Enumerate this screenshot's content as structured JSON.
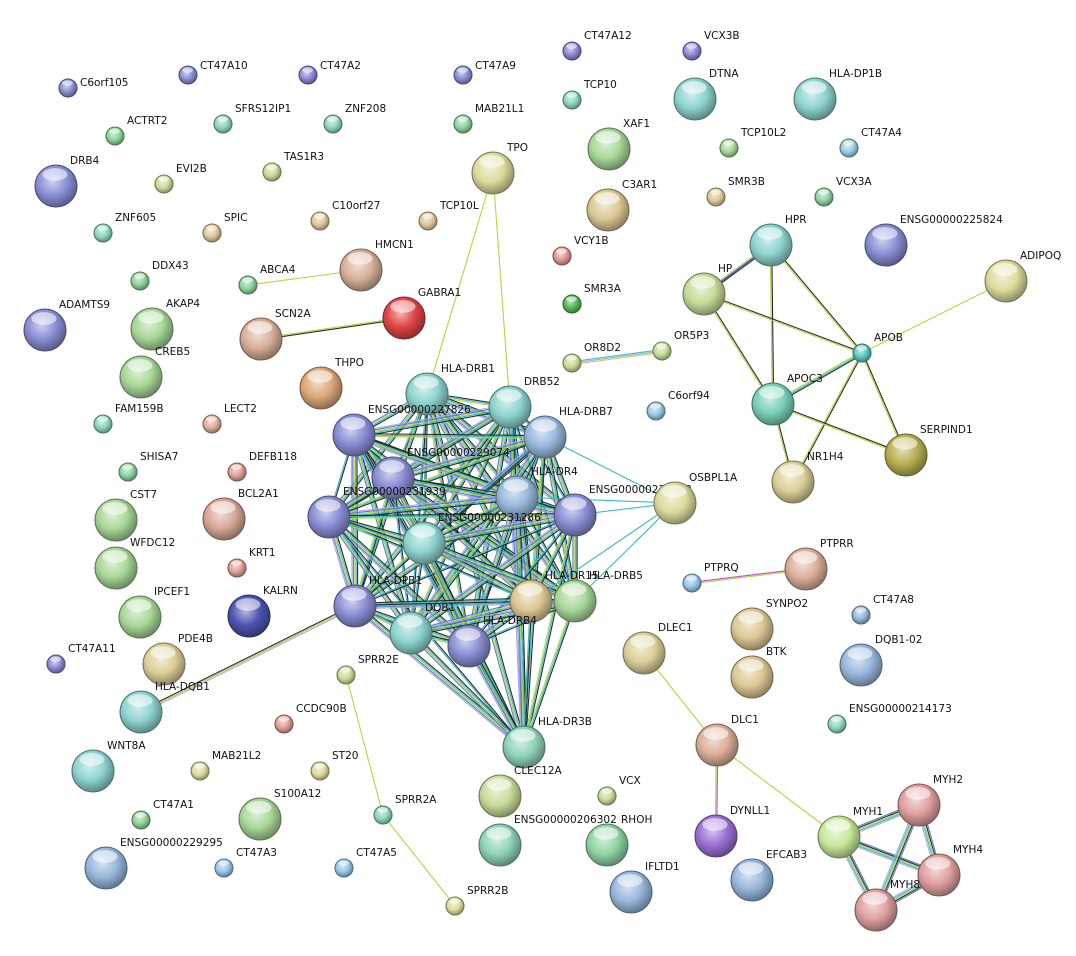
{
  "nodes": [
    {
      "id": "C6orf105",
      "color": "#8890d0"
    },
    {
      "id": "CT47A10",
      "color": "#8a8ed4"
    },
    {
      "id": "CT47A2",
      "color": "#8c88d6"
    },
    {
      "id": "CT47A9",
      "color": "#8a8ed4"
    },
    {
      "id": "CT47A12",
      "color": "#8c88d6"
    },
    {
      "id": "VCX3B",
      "color": "#8c88d6"
    },
    {
      "id": "ACTRT2",
      "color": "#8fd49a"
    },
    {
      "id": "SFRS12IP1",
      "color": "#8ed8bc"
    },
    {
      "id": "ZNF208",
      "color": "#8ed8bc"
    },
    {
      "id": "MAB21L1",
      "color": "#8fd4a4"
    },
    {
      "id": "TCP10",
      "color": "#8ed8bc"
    },
    {
      "id": "DTNA",
      "color": "#8ed4d0"
    },
    {
      "id": "HLA-DP1B",
      "color": "#8ed4d0"
    },
    {
      "id": "DRB4",
      "color": "#8a90d8"
    },
    {
      "id": "EVI2B",
      "color": "#c8dc98"
    },
    {
      "id": "TAS1R3",
      "color": "#c8dc98"
    },
    {
      "id": "TPO",
      "color": "#dcdc9c"
    },
    {
      "id": "XAF1",
      "color": "#a8d898"
    },
    {
      "id": "TCP10L2",
      "color": "#a8d898"
    },
    {
      "id": "CT47A4",
      "color": "#98d0e0"
    },
    {
      "id": "ZNF605",
      "color": "#8ed8bc"
    },
    {
      "id": "SPIC",
      "color": "#e0c89c"
    },
    {
      "id": "C10orf27",
      "color": "#e0c89c"
    },
    {
      "id": "TCP10L",
      "color": "#e0c89c"
    },
    {
      "id": "C3AR1",
      "color": "#dcc894"
    },
    {
      "id": "SMR3B",
      "color": "#e0c89c"
    },
    {
      "id": "VCX3A",
      "color": "#8fd4a4"
    },
    {
      "id": "DDX43",
      "color": "#8fd49a"
    },
    {
      "id": "HMCN1",
      "color": "#d8b098"
    },
    {
      "id": "ABCA4",
      "color": "#8fd49a"
    },
    {
      "id": "VCY1B",
      "color": "#e09898"
    },
    {
      "id": "HPR",
      "color": "#8ed4d0"
    },
    {
      "id": "ENSG00000225824",
      "color": "#8a8ed4"
    },
    {
      "id": "HP",
      "color": "#c8dc98"
    },
    {
      "id": "ADIPOQ",
      "color": "#dcdc9c"
    },
    {
      "id": "ADAMTS9",
      "color": "#8a8ed4"
    },
    {
      "id": "AKAP4",
      "color": "#a8d898"
    },
    {
      "id": "GABRA1",
      "color": "#e04444"
    },
    {
      "id": "SMR3A",
      "color": "#58b858"
    },
    {
      "id": "SCN2A",
      "color": "#d8b098"
    },
    {
      "id": "CREB5",
      "color": "#a8d898"
    },
    {
      "id": "OR8D2",
      "color": "#c8dc98"
    },
    {
      "id": "OR5P3",
      "color": "#c8dc98"
    },
    {
      "id": "APOB",
      "color": "#5cc8c0"
    },
    {
      "id": "THPO",
      "color": "#dca878"
    },
    {
      "id": "HLA-DRB1",
      "color": "#8ed4d0"
    },
    {
      "id": "DRB52",
      "color": "#8ed4d0"
    },
    {
      "id": "APOC3",
      "color": "#7cd0b8"
    },
    {
      "id": "FAM159B",
      "color": "#8ed8bc"
    },
    {
      "id": "LECT2",
      "color": "#e0b09c"
    },
    {
      "id": "ENSG00000227826",
      "color": "#8a8ed4"
    },
    {
      "id": "HLA-DRB7",
      "color": "#98b8dc"
    },
    {
      "id": "C6orf94",
      "color": "#98c8e8"
    },
    {
      "id": "SERPIND1",
      "color": "#b8b050"
    },
    {
      "id": "SHISA7",
      "color": "#8fd4a4"
    },
    {
      "id": "DEFB118",
      "color": "#e0a098"
    },
    {
      "id": "ENSG00000229074",
      "color": "#8a8ed4"
    },
    {
      "id": "HLA-DR4",
      "color": "#98b8dc"
    },
    {
      "id": "NR1H4",
      "color": "#dcd098"
    },
    {
      "id": "CST7",
      "color": "#a8d898"
    },
    {
      "id": "BCL2A1",
      "color": "#d8a898"
    },
    {
      "id": "ENSG00000231939",
      "color": "#8a8ed4"
    },
    {
      "id": "ENSG00000230463",
      "color": "#8a8ed4"
    },
    {
      "id": "OSBPL1A",
      "color": "#dcdc9c"
    },
    {
      "id": "ENSG00000231286",
      "color": "#8ed4d0"
    },
    {
      "id": "WFDC12",
      "color": "#a8d898"
    },
    {
      "id": "KRT1",
      "color": "#e0a098"
    },
    {
      "id": "PTPRR",
      "color": "#dcb098"
    },
    {
      "id": "PTPRQ",
      "color": "#98c8e8"
    },
    {
      "id": "HLA-DPB1",
      "color": "#8a8ed4"
    },
    {
      "id": "HLA-DR15",
      "color": "#dcc894"
    },
    {
      "id": "HLA-DRB5",
      "color": "#a8d898"
    },
    {
      "id": "IPCEF1",
      "color": "#a8d898"
    },
    {
      "id": "KALRN",
      "color": "#4c54b0"
    },
    {
      "id": "SYNPO2",
      "color": "#dcc894"
    },
    {
      "id": "DQB1",
      "color": "#8ed4d0"
    },
    {
      "id": "HLA-DRB4",
      "color": "#8a8ed4"
    },
    {
      "id": "CT47A8",
      "color": "#98b8dc"
    },
    {
      "id": "DLEC1",
      "color": "#dcd098"
    },
    {
      "id": "BTK",
      "color": "#dcc894"
    },
    {
      "id": "PDE4B",
      "color": "#dcd098"
    },
    {
      "id": "DQB1-02",
      "color": "#98b8dc"
    },
    {
      "id": "CT47A11",
      "color": "#8a8ed4"
    },
    {
      "id": "SPRR2E",
      "color": "#c8dc98"
    },
    {
      "id": "HLA-DQB1",
      "color": "#8ed4d0"
    },
    {
      "id": "CCDC90B",
      "color": "#e0a098"
    },
    {
      "id": "ENSG00000214173",
      "color": "#8ed8bc"
    },
    {
      "id": "HLA-DR3B",
      "color": "#8ed4b8"
    },
    {
      "id": "DLC1",
      "color": "#dcb098"
    },
    {
      "id": "WNT8A",
      "color": "#8ed4d0"
    },
    {
      "id": "MAB21L2",
      "color": "#dcdc9c"
    },
    {
      "id": "ST20",
      "color": "#dcdc9c"
    },
    {
      "id": "CLEC12A",
      "color": "#c8dc98"
    },
    {
      "id": "VCX",
      "color": "#c8dc98"
    },
    {
      "id": "MYH2",
      "color": "#e0a0a0"
    },
    {
      "id": "CT47A1",
      "color": "#8fd49a"
    },
    {
      "id": "S100A12",
      "color": "#a8d898"
    },
    {
      "id": "SPRR2A",
      "color": "#8ed8bc"
    },
    {
      "id": "ENSG00000229295",
      "color": "#98b8dc"
    },
    {
      "id": "CT47A3",
      "color": "#98c8e8"
    },
    {
      "id": "CT47A5",
      "color": "#98c8e8"
    },
    {
      "id": "ENSG00000206302",
      "color": "#8ed4b8"
    },
    {
      "id": "RHOH",
      "color": "#8fd4a4"
    },
    {
      "id": "DYNLL1",
      "color": "#9c70d4"
    },
    {
      "id": "MYH1",
      "color": "#c8e89c"
    },
    {
      "id": "MYH4",
      "color": "#e0a0a0"
    },
    {
      "id": "EFCAB3",
      "color": "#98b8dc"
    },
    {
      "id": "IFLTD1",
      "color": "#98b8dc"
    },
    {
      "id": "MYH8",
      "color": "#e0a0a0"
    },
    {
      "id": "SPRR2B",
      "color": "#dcdc9c"
    }
  ]
}
